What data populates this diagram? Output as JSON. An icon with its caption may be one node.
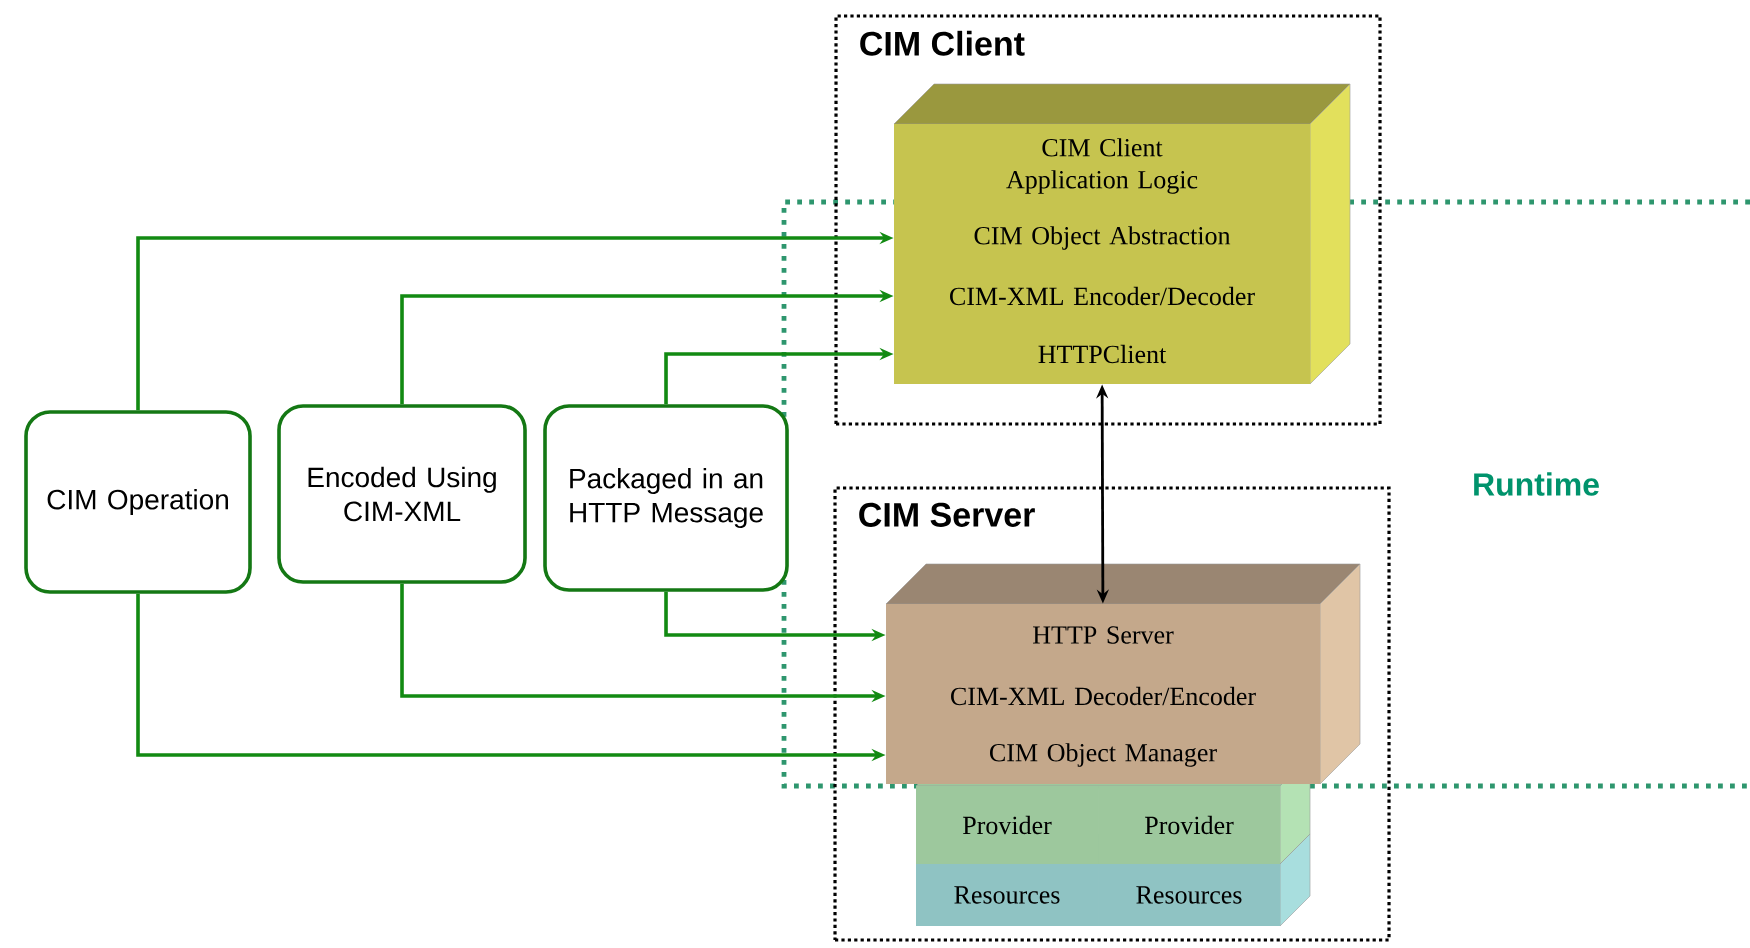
{
  "diagram": {
    "nodes": [
      {
        "text": [
          "CIM Client"
        ]
      },
      {
        "text": [
          "CIM Client Application Logic"
        ],
        "in": 0
      },
      {
        "text": [
          "CIM Object Abstraction"
        ],
        "in": 0
      },
      {
        "text": [
          "CIM-XML Encoder/Decoder"
        ],
        "in": 0
      },
      {
        "text": [
          "HTTPClient"
        ],
        "in": 0
      },
      {
        "text": [
          "CIM Server"
        ]
      },
      {
        "text": [
          "HTTP Server"
        ],
        "in": 5
      },
      {
        "text": [
          "CIM-XML Decoder/Encoder"
        ],
        "in": 5
      },
      {
        "text": [
          "CIM Object Manager"
        ],
        "in": 5
      },
      {
        "text": [
          "Provider"
        ],
        "in": 5
      },
      {
        "text": [
          "Provider"
        ],
        "in": 5
      },
      {
        "text": [
          "Resources"
        ],
        "in": 5
      },
      {
        "text": [
          "Resources"
        ],
        "in": 5
      },
      {
        "text": [
          "CIM Operation"
        ]
      },
      {
        "text": [
          "Encoded Using CIM-XML"
        ]
      },
      {
        "text": [
          "Packaged in an HTTP Message"
        ]
      }
    ],
    "edges": [
      {
        "from": 13,
        "to": 2,
        "arrow": "to"
      },
      {
        "from": 14,
        "to": 3,
        "arrow": "to"
      },
      {
        "from": 15,
        "to": 4,
        "arrow": "to"
      },
      {
        "from": 15,
        "to": 6,
        "arrow": "to"
      },
      {
        "from": 14,
        "to": 7,
        "arrow": "to"
      },
      {
        "from": 13,
        "to": 8,
        "arrow": "to"
      },
      {
        "from": 4,
        "to": 6,
        "arrow": "both",
        "color": "#000000"
      }
    ],
    "labels": [
      "Runtime"
    ]
  }
}
